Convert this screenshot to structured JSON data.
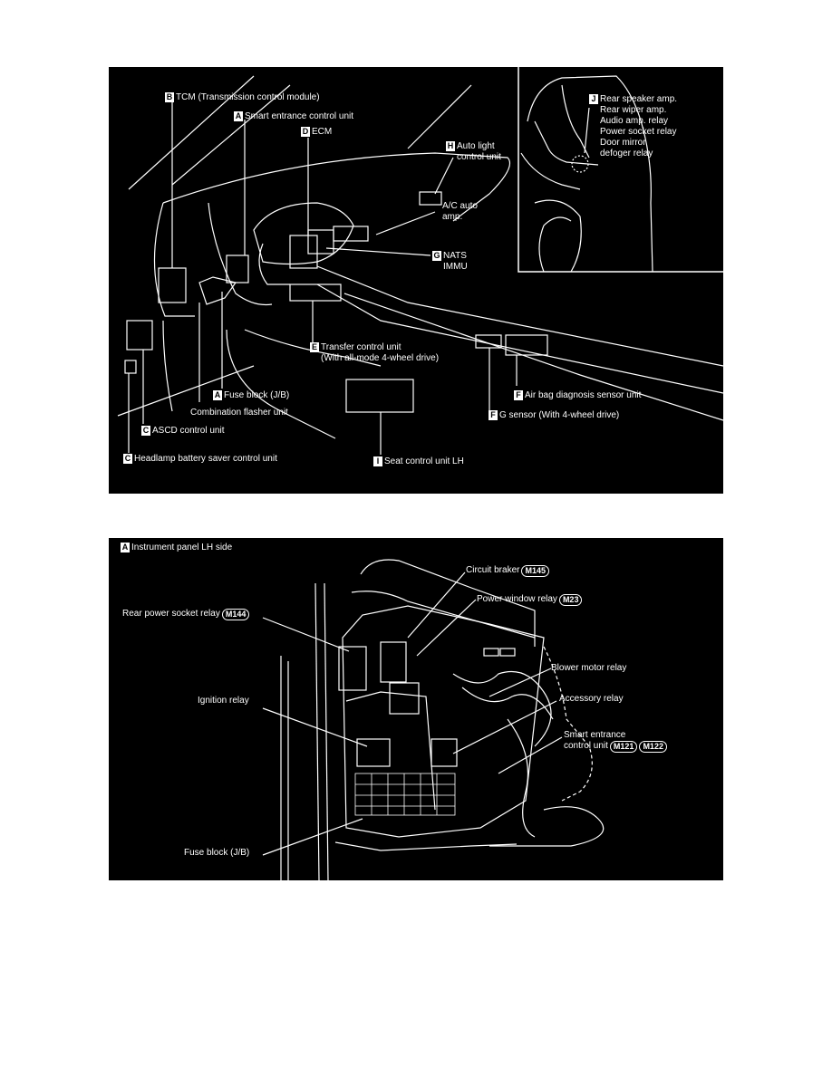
{
  "top_panel": {
    "labels": {
      "tcm": {
        "key": "B",
        "text": "TCM (Transmission control module)"
      },
      "smart_entrance": {
        "key": "A",
        "text": "Smart entrance control unit"
      },
      "ecm": {
        "key": "D",
        "text": "ECM"
      },
      "auto_light": {
        "key": "H",
        "line1": "Auto light",
        "line2": "control unit"
      },
      "ac_auto": {
        "line1": "A/C auto",
        "line2": "amp."
      },
      "nats": {
        "key": "G",
        "line1": "NATS",
        "line2": "IMMU"
      },
      "transfer": {
        "key": "E",
        "line1": "Transfer control unit",
        "line2": "(With all-mode 4-wheel drive)"
      },
      "air_bag": {
        "key": "F",
        "text": "Air bag diagnosis sensor unit"
      },
      "g_sensor": {
        "key": "F",
        "text": "G sensor (With 4-wheel drive)"
      },
      "fuse_block": {
        "key": "A",
        "text": "Fuse block (J/B)"
      },
      "combination_flasher": {
        "text": "Combination flasher unit"
      },
      "ascd": {
        "key": "C",
        "text": "ASCD control unit"
      },
      "headlamp": {
        "key": "C",
        "text": "Headlamp battery saver control unit"
      },
      "seat_control": {
        "key": "I",
        "text": "Seat control unit LH"
      },
      "rear_speaker": {
        "key": "J",
        "lines": [
          "Rear speaker amp.",
          "Rear wiper amp.",
          "Audio amp. relay",
          "Power socket relay",
          "Door mirror",
          "defoger relay"
        ]
      }
    }
  },
  "bottom_panel": {
    "title": {
      "key": "A",
      "text": "Instrument panel LH side"
    },
    "labels": {
      "circuit_braker": {
        "text": "Circuit braker",
        "connector": "M145"
      },
      "power_window": {
        "text": "Power window relay",
        "connector": "M23"
      },
      "rear_power_socket": {
        "text": "Rear power socket relay",
        "connector": "M144"
      },
      "blower_motor": {
        "text": "Blower motor relay"
      },
      "ignition": {
        "text": "Ignition relay"
      },
      "accessory": {
        "text": "Accessory relay"
      },
      "smart_entrance": {
        "line1": "Smart entrance",
        "line2": "control unit",
        "connector1": "M121",
        "connector2": "M122"
      },
      "fuse_block": {
        "text": "Fuse block (J/B)"
      }
    }
  }
}
